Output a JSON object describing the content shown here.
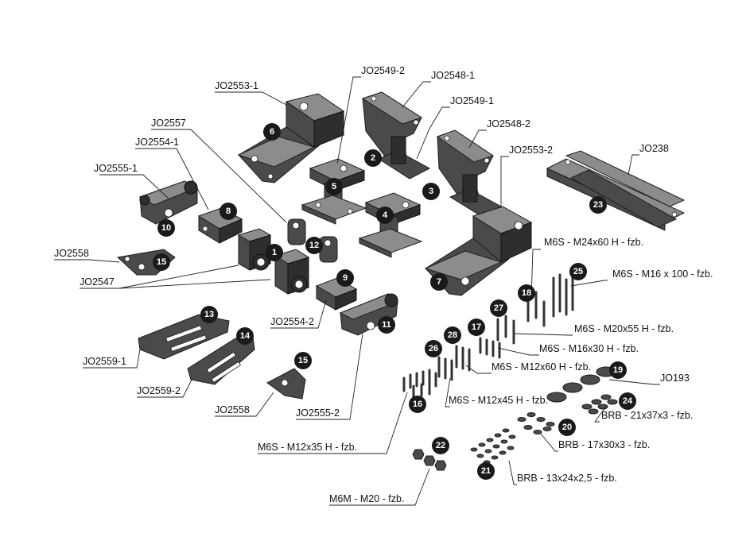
{
  "labels": {
    "jo2553_1": "JO2553-1",
    "jo2549_2": "JO2549-2",
    "jo2548_1": "JO2548-1",
    "jo2549_1": "JO2549-1",
    "jo2557": "JO2557",
    "jo2548_2": "JO2548-2",
    "jo2554_1": "JO2554-1",
    "jo2553_2": "JO2553-2",
    "jo238": "JO238",
    "jo2555_1": "JO2555-1",
    "jo2558_a": "JO2558",
    "jo2547": "JO2547",
    "m6s_m24x60": "M6S - M24x60 H - fzb.",
    "m6s_m16x100": "M6S - M16 x 100 - fzb.",
    "jo2554_2": "JO2554-2",
    "m6s_m20x55": "M6S - M20x55 H - fzb.",
    "m6s_m16x30": "M6S - M16x30 H - fzb.",
    "jo2559_1": "JO2559-1",
    "m6s_m12x60": "M6S - M12x60 H - fzb.",
    "jo193": "JO193",
    "jo2559_2": "JO2559-2",
    "m6s_m12x45": "M6S - M12x45 H - fzb.",
    "brb_21x37x3": "BRB - 21x37x3 - fzb.",
    "jo2558_b": "JO2558",
    "jo2555_2": "JO2555-2",
    "brb_17x30x3": "BRB - 17x30x3 - fzb.",
    "m6s_m12x35": "M6S - M12x35 H - fzb.",
    "brb_13x24x2_5": "BRB - 13x24x2,5 - fzb.",
    "m6m_m20": "M6M - M20 - fzb."
  },
  "callouts": {
    "c1": "1",
    "c2": "2",
    "c3": "3",
    "c4": "4",
    "c5": "5",
    "c6": "6",
    "c7": "7",
    "c8": "8",
    "c9": "9",
    "c10": "10",
    "c11": "11",
    "c12": "12",
    "c13": "13",
    "c14": "14",
    "c15a": "15",
    "c15b": "15",
    "c16": "16",
    "c17": "17",
    "c18": "18",
    "c19": "19",
    "c20": "20",
    "c21": "21",
    "c22": "22",
    "c23": "23",
    "c24": "24",
    "c25": "25",
    "c26": "26",
    "c27": "27",
    "c28": "28"
  },
  "colors": {
    "part_dark": "#4a4a4a",
    "part_light": "#8c8c8c",
    "callout_fill": "#1a1a1a",
    "callout_text": "#ffffff"
  }
}
